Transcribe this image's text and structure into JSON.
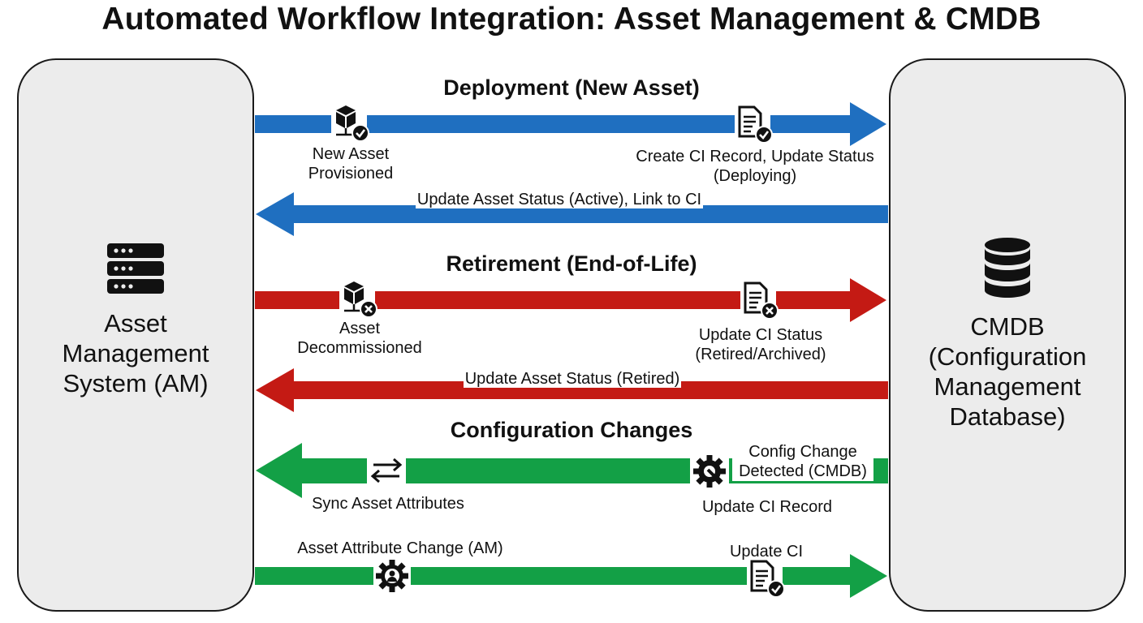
{
  "title": "Automated Workflow Integration: Asset Management & CMDB",
  "left_system": {
    "icon": "server-stack-icon",
    "label": "Asset Management System (AM)"
  },
  "right_system": {
    "icon": "database-icon",
    "label": "CMDB (Configuration Management Database)"
  },
  "colors": {
    "deployment": "#1f6fc0",
    "retirement": "#c41a14",
    "configuration": "#13a046",
    "box_fill": "#ececec"
  },
  "sections": {
    "deployment": {
      "title": "Deployment (New Asset)",
      "new_asset_label": "New Asset Provisioned",
      "create_ci_label": "Create CI Record, Update Status (Deploying)",
      "return_label": "Update Asset Status (Active), Link to CI",
      "icons": [
        "box-check-icon",
        "document-check-icon"
      ]
    },
    "retirement": {
      "title": "Retirement (End-of-Life)",
      "decommission_label": "Asset Decommissioned",
      "update_ci_label": "Update CI Status (Retired/Archived)",
      "return_label": "Update Asset Status (Retired)",
      "icons": [
        "box-x-icon",
        "document-x-icon"
      ]
    },
    "configuration": {
      "title": "Configuration Changes",
      "detected_label": "Config Change Detected (CMDB)",
      "update_ci_record_label": "Update CI Record",
      "sync_label": "Sync Asset Attributes",
      "am_change_label": "Asset Attribute Change (AM)",
      "update_ci_label": "Update CI",
      "icons": [
        "sync-arrows-icon",
        "gear-wrench-icon",
        "gear-user-icon",
        "document-check-icon"
      ]
    }
  }
}
